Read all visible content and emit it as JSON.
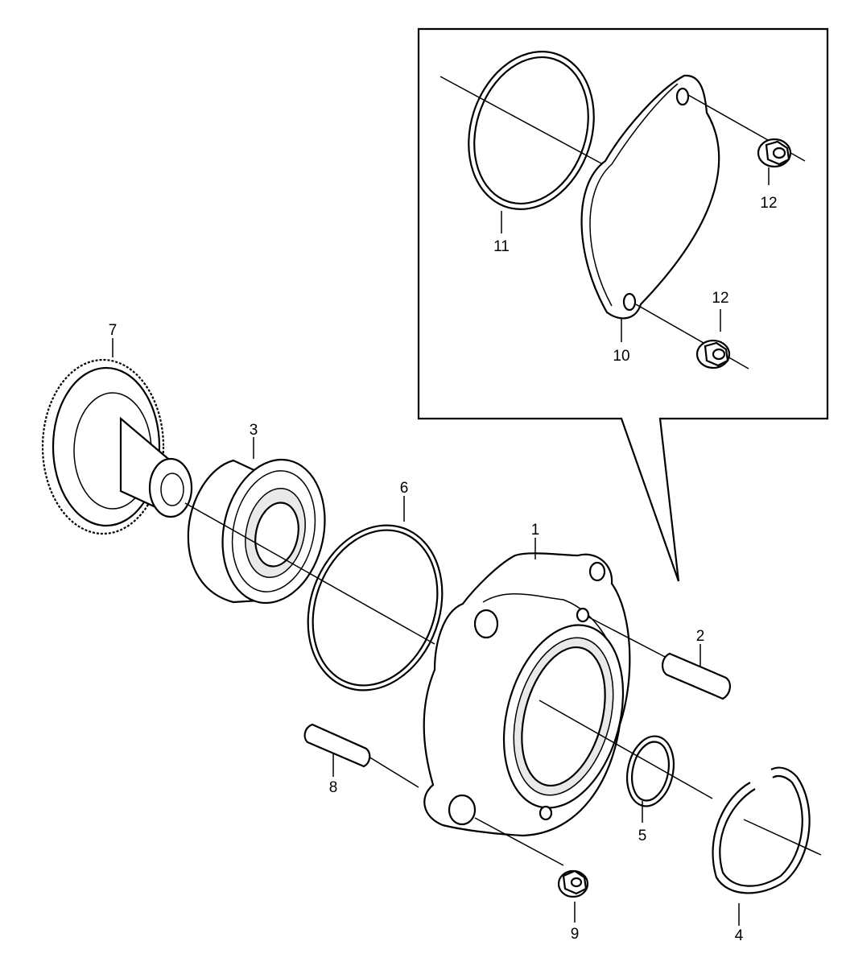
{
  "diagram": {
    "callouts": [
      {
        "id": "label-1",
        "text": "1"
      },
      {
        "id": "label-2",
        "text": "2"
      },
      {
        "id": "label-3",
        "text": "3"
      },
      {
        "id": "label-4",
        "text": "4"
      },
      {
        "id": "label-5",
        "text": "5"
      },
      {
        "id": "label-6",
        "text": "6"
      },
      {
        "id": "label-7",
        "text": "7"
      },
      {
        "id": "label-8",
        "text": "8"
      },
      {
        "id": "label-9",
        "text": "9"
      },
      {
        "id": "label-10",
        "text": "10"
      },
      {
        "id": "label-11",
        "text": "11"
      },
      {
        "id": "label-12a",
        "text": "12"
      },
      {
        "id": "label-12b",
        "text": "12"
      }
    ]
  }
}
